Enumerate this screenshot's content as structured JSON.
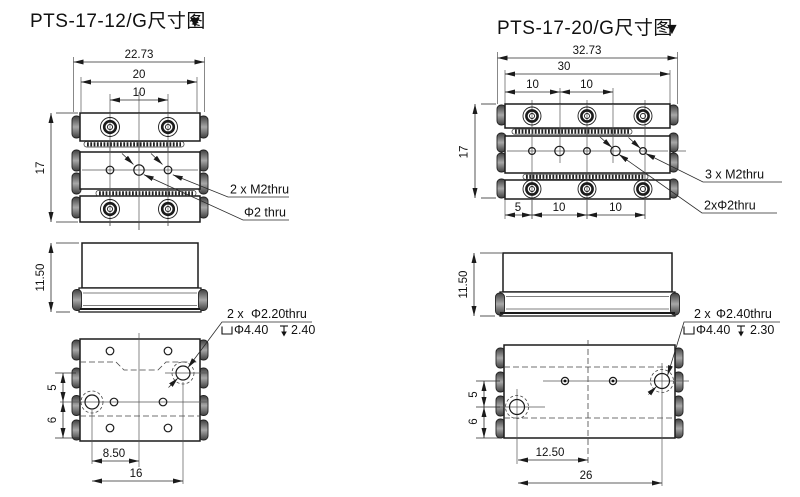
{
  "colors": {
    "background": "#ffffff",
    "line": "#1b1b1b"
  },
  "icons": {
    "title_marker": "▼",
    "counterbore": "⌴",
    "depth": "↧"
  },
  "left": {
    "title": "PTS-17-12/G尺寸图",
    "title_marker": "▼",
    "top": {
      "overall_width": "22.73",
      "body_width": "20",
      "tap_spacing": "10",
      "height": "17",
      "tap_label": "2 x M2thru",
      "thru_label": "Φ2 thru"
    },
    "side": {
      "height": "11.50"
    },
    "bottom": {
      "row_spacing": "5",
      "edge_offset": "6",
      "hole_to_center": "8.50",
      "hole_span": "16",
      "note": {
        "qty": "2 x",
        "thru_dia": "Φ2.20thru",
        "cbore_dia": "Φ4.40",
        "depth": "2.40"
      }
    }
  },
  "right": {
    "title": "PTS-17-20/G尺寸图",
    "title_marker": "▼",
    "top": {
      "overall_width": "32.73",
      "body_width": "30",
      "clear_spacing_1": "10",
      "clear_spacing_2": "10",
      "height": "17",
      "bottom_edge": "5",
      "tap_spacing_1": "10",
      "tap_spacing_2": "10",
      "tap_label": "3 x M2thru",
      "thru_label": "2xΦ2thru"
    },
    "side": {
      "height": "11.50"
    },
    "bottom": {
      "row_spacing": "5",
      "edge_offset": "6",
      "hole_to_center": "12.50",
      "hole_span": "26",
      "note": {
        "qty": "2 x",
        "thru_dia": "Φ2.40thru",
        "cbore_dia": "Φ4.40",
        "depth": "2.30"
      }
    }
  }
}
